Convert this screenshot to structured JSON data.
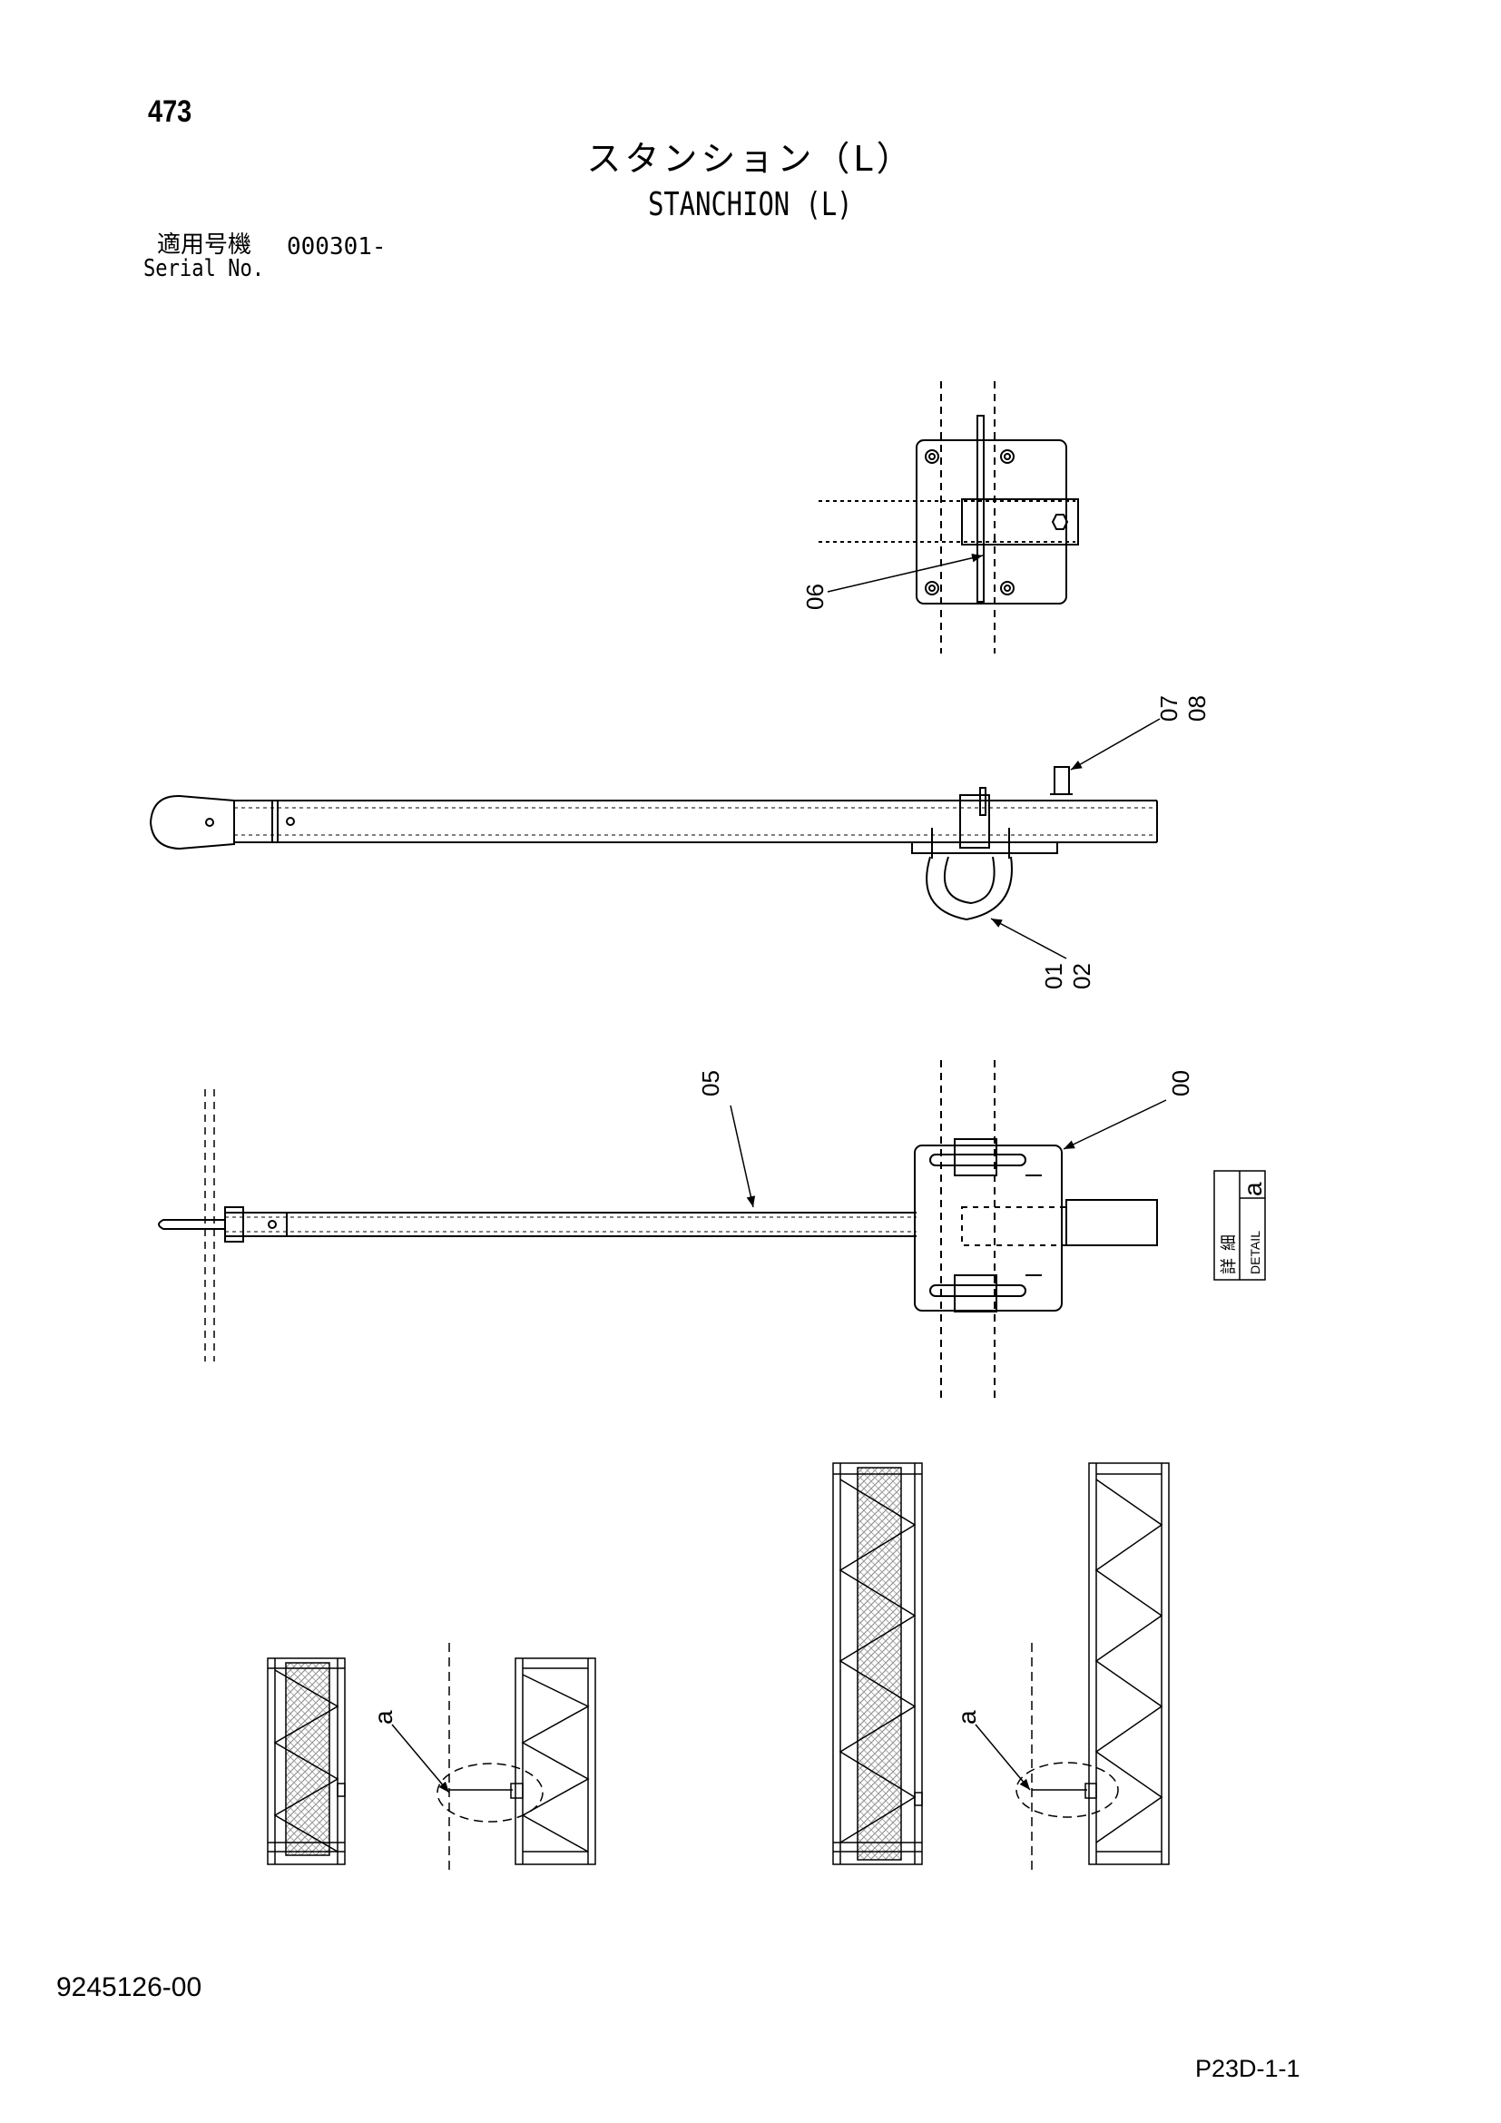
{
  "header": {
    "page_number": "473",
    "title_jp": "スタンション（L）",
    "title_en": "STANCHION (L)",
    "serial_label_jp": "適用号機",
    "serial_value": "000301-",
    "serial_label_en": "Serial No."
  },
  "callouts": {
    "c06": "06",
    "c07": "07",
    "c08": "08",
    "c01": "01",
    "c02": "02",
    "c05": "05",
    "c00": "00",
    "detail_letter": "a",
    "detail_jp_1": "詳",
    "detail_jp_2": "細",
    "detail_en": "DETAIL",
    "view_a_left": "a",
    "view_a_right": "a"
  },
  "footer": {
    "drawing_number": "9245126-00",
    "sheet_ref": "P23D-1-1"
  }
}
